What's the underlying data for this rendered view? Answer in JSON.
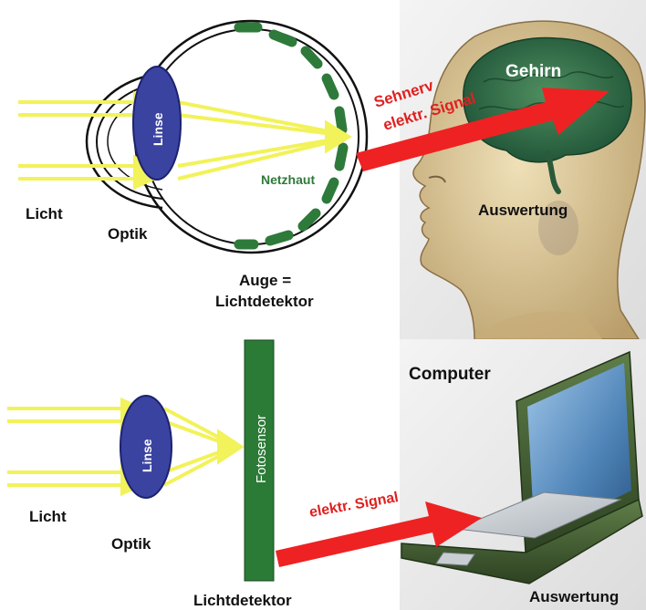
{
  "top": {
    "lens_label": "Linse",
    "light_label": "Licht",
    "optics_label": "Optik",
    "retina_label": "Netzhaut",
    "eye_label_line1": "Auge =",
    "eye_label_line2": "Lichtdetektor",
    "nerve_label": "Sehnerv",
    "signal_label": "elektr. Signal",
    "brain_label": "Gehirn",
    "evaluation_label": "Auswertung"
  },
  "bottom": {
    "lens_label": "Linse",
    "light_label": "Licht",
    "optics_label": "Optik",
    "sensor_label": "Fotosensor",
    "detector_label": "Lichtdetektor",
    "signal_label": "elektr. Signal",
    "computer_label": "Computer",
    "evaluation_label": "Auswertung"
  },
  "colors": {
    "ray_yellow": "#f2f25a",
    "lens_blue": "#3a43a0",
    "retina_green": "#2e7a3a",
    "sensor_green": "#2b7a36",
    "arrow_red": "#ee2222",
    "label_red": "#e02020"
  }
}
